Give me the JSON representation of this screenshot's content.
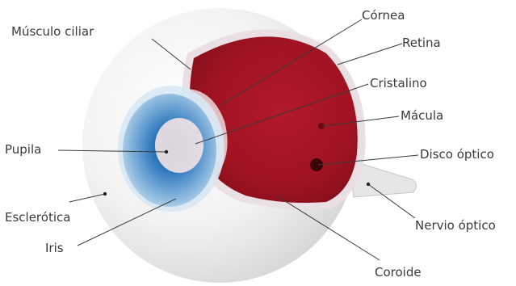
{
  "diagram": {
    "labels": {
      "musculo_ciliar": "Músculo ciliar",
      "cornea": "Córnea",
      "retina": "Retina",
      "cristalino": "Cristalino",
      "macula": "Mácula",
      "pupila": "Pupila",
      "disco_optico": "Disco óptico",
      "esclerotica": "Esclerótica",
      "iris": "Iris",
      "nervio_optico": "Nervio óptico",
      "coroide": "Coroide"
    }
  }
}
